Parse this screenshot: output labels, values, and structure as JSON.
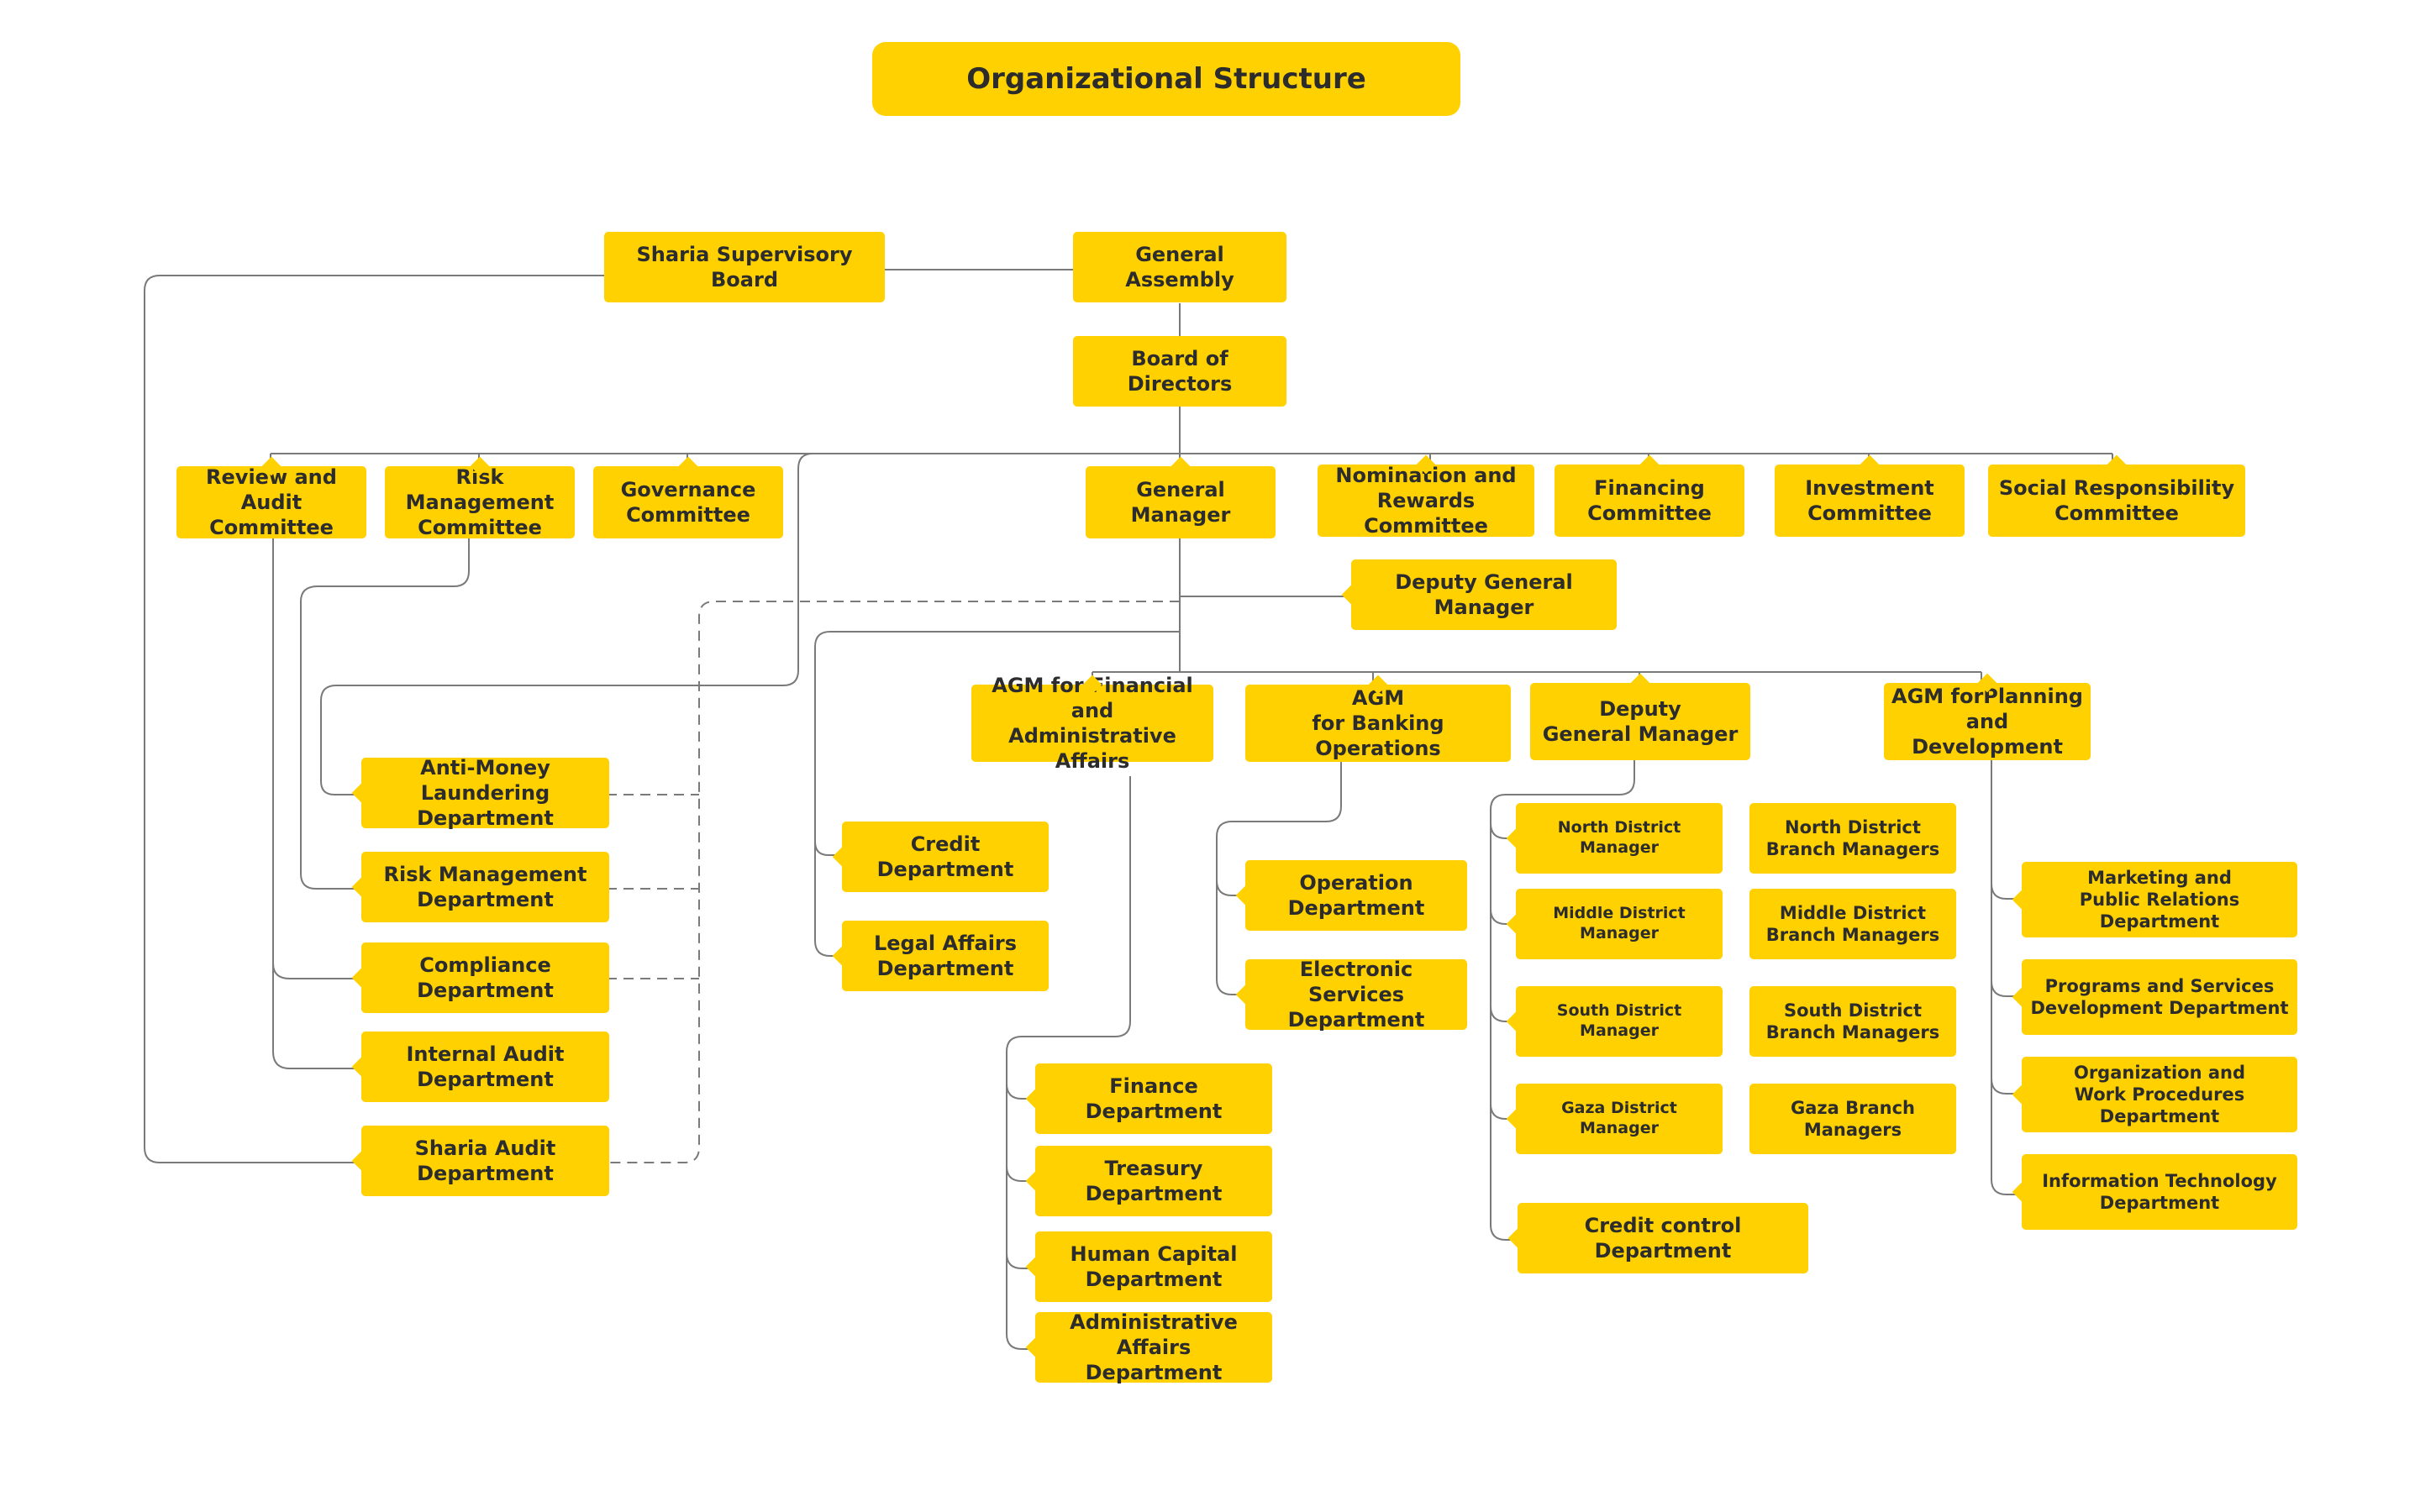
{
  "page": {
    "title": "Organizational Structure"
  },
  "colors": {
    "box": "#FFD100",
    "text": "#2c2c2c",
    "line": "#7a7a7a"
  },
  "nodes": {
    "sharia_board": "Sharia Supervisory Board",
    "general_assembly": "General Assembly",
    "board_of_directors": "Board of Directors",
    "review_audit": "Review and\nAudit Committee",
    "risk_committee": "Risk Management\nCommittee",
    "governance": "Governance\nCommittee",
    "general_manager": "General Manager",
    "nomination": "Nomination and\nRewards Committee",
    "financing": "Financing\nCommittee",
    "investment": "Investment\nCommittee",
    "social": "Social Responsibility\nCommittee",
    "deputy_gm_main": "Deputy General Manager",
    "agm_financial": "AGM for Financial and\nAdministrative Affairs",
    "agm_banking": "AGM\nfor Banking Operations",
    "deputy_gm": "Deputy\nGeneral Manager",
    "agm_planning": "AGM forPlanning\nand Development",
    "aml": "Anti-Money Laundering\nDepartment",
    "risk_dept": "Risk Management\nDepartment",
    "compliance": "Compliance Department",
    "internal_audit": "Internal Audit\nDepartment",
    "sharia_audit": "Sharia Audit\nDepartment",
    "credit": "Credit Department",
    "legal": "Legal Affairs\nDepartment",
    "finance": "Finance Department",
    "treasury": "Treasury Department",
    "human_capital": "Human Capital\nDepartment",
    "admin_affairs": "Administrative Affairs\nDepartment",
    "operation": "Operation Department",
    "electronic": "Electronic Services\nDepartment",
    "north_dm": "North District Manager",
    "north_bm": "North District\nBranch Managers",
    "middle_dm": "Middle District Manager",
    "middle_bm": "Middle District\nBranch Managers",
    "south_dm": "South District Manager",
    "south_bm": "South District\nBranch Managers",
    "gaza_dm": "Gaza District Manager",
    "gaza_bm": "Gaza Branch\nManagers",
    "credit_control": "Credit control Department",
    "marketing": "Marketing and\nPublic Relations Department",
    "programs": "Programs and Services\nDevelopment Department",
    "organization": "Organization and\nWork Procedures Department",
    "it": "Information Technology\nDepartment"
  }
}
